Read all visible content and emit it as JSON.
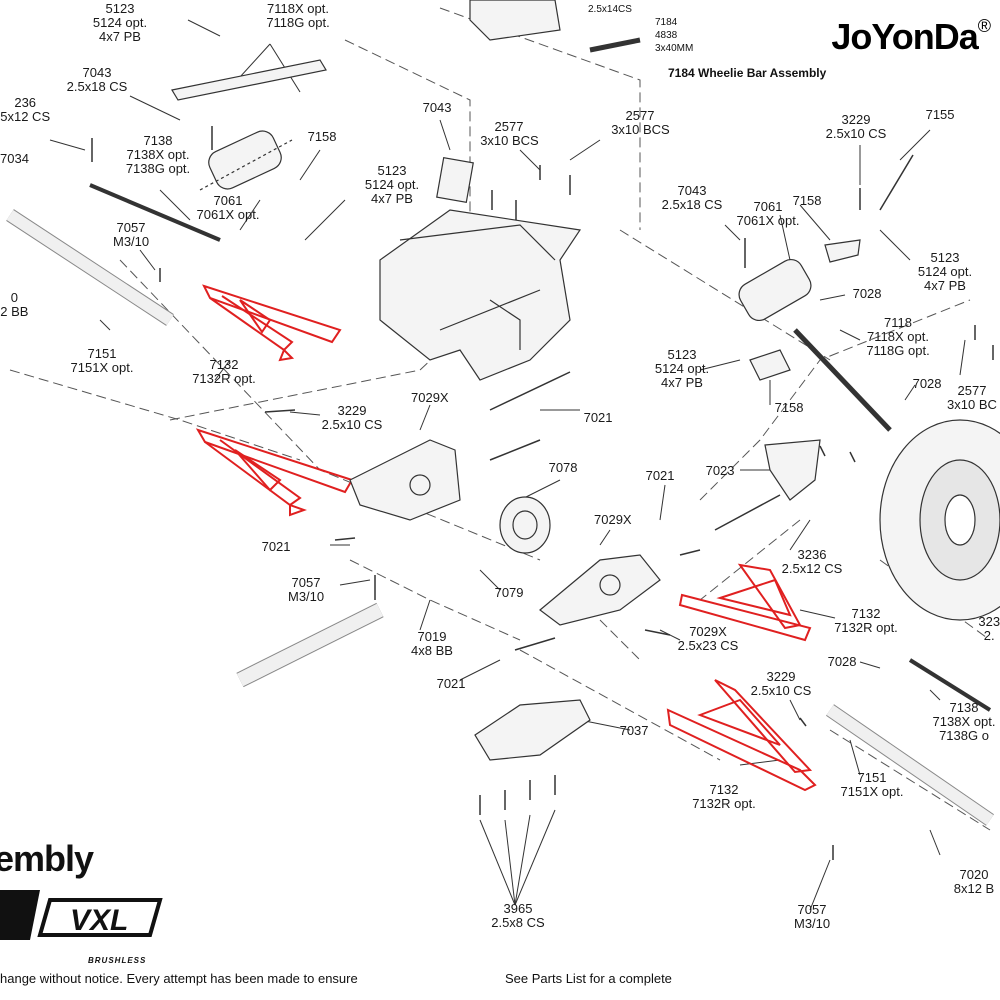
{
  "brand": {
    "name": "JoYonDa",
    "mark": "®"
  },
  "wheelie_bar": {
    "title": "7184 Wheelie Bar Assembly",
    "top_label": "2.5x14CS",
    "part_lines": [
      "7184",
      "4838",
      "3x40MM"
    ]
  },
  "assembly_title": "embly",
  "logo": {
    "text": "VXL",
    "sub": "BRUSHLESS"
  },
  "footer": {
    "left": "hange without notice. Every attempt has been made to ensure",
    "right": "See Parts List for a complete"
  },
  "colors": {
    "highlight": "#e02020",
    "line": "#333333",
    "background": "#ffffff"
  },
  "labels": [
    {
      "id": "l-5123-top",
      "lines": [
        "5123",
        "5124 opt.",
        "4x7 PB"
      ]
    },
    {
      "id": "l-7118-top",
      "lines": [
        "7118X opt.",
        "7118G opt."
      ]
    },
    {
      "id": "l-7043-left",
      "lines": [
        "7043",
        "2.5x18 CS"
      ]
    },
    {
      "id": "l-236-left",
      "lines": [
        "236",
        "5x12 CS"
      ]
    },
    {
      "id": "l-7034",
      "lines": [
        "7034"
      ]
    },
    {
      "id": "l-7138-left",
      "lines": [
        "7138",
        "7138X opt.",
        "7138G opt."
      ]
    },
    {
      "id": "l-7061-left",
      "lines": [
        "7061",
        "7061X opt."
      ]
    },
    {
      "id": "l-7158-left",
      "lines": [
        "7158"
      ]
    },
    {
      "id": "l-5123-mid",
      "lines": [
        "5123",
        "5124 opt.",
        "4x7 PB"
      ]
    },
    {
      "id": "l-7043-center",
      "lines": [
        "7043"
      ]
    },
    {
      "id": "l-2577-center",
      "lines": [
        "2577",
        "3x10 BCS"
      ]
    },
    {
      "id": "l-2577-top",
      "lines": [
        "2577",
        "3x10 BCS"
      ]
    },
    {
      "id": "l-7057-left",
      "lines": [
        "7057",
        "M3/10"
      ]
    },
    {
      "id": "l-0-left",
      "lines": [
        "0",
        "2 BB"
      ]
    },
    {
      "id": "l-7151-left",
      "lines": [
        "7151",
        "7151X opt."
      ]
    },
    {
      "id": "l-7132-left",
      "lines": [
        "7132",
        "7132R opt."
      ]
    },
    {
      "id": "l-3229-left",
      "lines": [
        "3229",
        "2.5x10 CS"
      ]
    },
    {
      "id": "l-7029x-left",
      "lines": [
        "7029X"
      ]
    },
    {
      "id": "l-7021-top",
      "lines": [
        "7021"
      ]
    },
    {
      "id": "l-7078",
      "lines": [
        "7078"
      ]
    },
    {
      "id": "l-7021-left",
      "lines": [
        "7021"
      ]
    },
    {
      "id": "l-7057-mid",
      "lines": [
        "7057",
        "M3/10"
      ]
    },
    {
      "id": "l-7029x-center",
      "lines": [
        "7029X"
      ]
    },
    {
      "id": "l-7079",
      "lines": [
        "7079"
      ]
    },
    {
      "id": "l-7019",
      "lines": [
        "7019",
        "4x8 BB"
      ]
    },
    {
      "id": "l-7021-bottom",
      "lines": [
        "7021"
      ]
    },
    {
      "id": "l-7021-mid",
      "lines": [
        "7021"
      ]
    },
    {
      "id": "l-7023",
      "lines": [
        "7023"
      ]
    },
    {
      "id": "l-7029x-low",
      "lines": [
        "7029X",
        "2.5x23 CS"
      ]
    },
    {
      "id": "l-7037",
      "lines": [
        "7037"
      ]
    },
    {
      "id": "l-3229-right",
      "lines": [
        "3229",
        "2.5x10 CS"
      ]
    },
    {
      "id": "l-7132-lower",
      "lines": [
        "7132",
        "7132R opt."
      ]
    },
    {
      "id": "l-3965",
      "lines": [
        "3965",
        "2.5x8 CS"
      ]
    },
    {
      "id": "l-7057-bottom",
      "lines": [
        "7057",
        "M3/10"
      ]
    },
    {
      "id": "l-7151-right",
      "lines": [
        "7151",
        "7151X opt."
      ]
    },
    {
      "id": "l-7020",
      "lines": [
        "7020",
        "8x12 B"
      ]
    },
    {
      "id": "l-7138-right",
      "lines": [
        "7138",
        "7138X opt.",
        "7138G o"
      ]
    },
    {
      "id": "l-7028-lower",
      "lines": [
        "7028"
      ]
    },
    {
      "id": "l-7132-right",
      "lines": [
        "7132",
        "7132R opt."
      ]
    },
    {
      "id": "l-3236-right",
      "lines": [
        "3236",
        "2.5x12 CS"
      ]
    },
    {
      "id": "l-323-edge",
      "lines": [
        "323",
        "2."
      ]
    },
    {
      "id": "l-7043-right",
      "lines": [
        "7043",
        "2.5x18 CS"
      ]
    },
    {
      "id": "l-7061-right",
      "lines": [
        "7061",
        "7061X opt."
      ]
    },
    {
      "id": "l-7158-right-top",
      "lines": [
        "7158"
      ]
    },
    {
      "id": "l-3229-top-right",
      "lines": [
        "3229",
        "2.5x10 CS"
      ]
    },
    {
      "id": "l-7155",
      "lines": [
        "7155"
      ]
    },
    {
      "id": "l-5123-right",
      "lines": [
        "5123",
        "5124 opt.",
        "4x7 PB"
      ]
    },
    {
      "id": "l-7028-upper",
      "lines": [
        "7028"
      ]
    },
    {
      "id": "l-7118-right",
      "lines": [
        "7118",
        "7118X opt.",
        "7118G opt."
      ]
    },
    {
      "id": "l-5123-center-right",
      "lines": [
        "5123",
        "5124 opt.",
        "4x7 PB"
      ]
    },
    {
      "id": "l-7158-right-bottom",
      "lines": [
        "7158"
      ]
    },
    {
      "id": "l-7028-mid",
      "lines": [
        "7028"
      ]
    },
    {
      "id": "l-2577-right",
      "lines": [
        "2577",
        "3x10 BC"
      ]
    }
  ]
}
